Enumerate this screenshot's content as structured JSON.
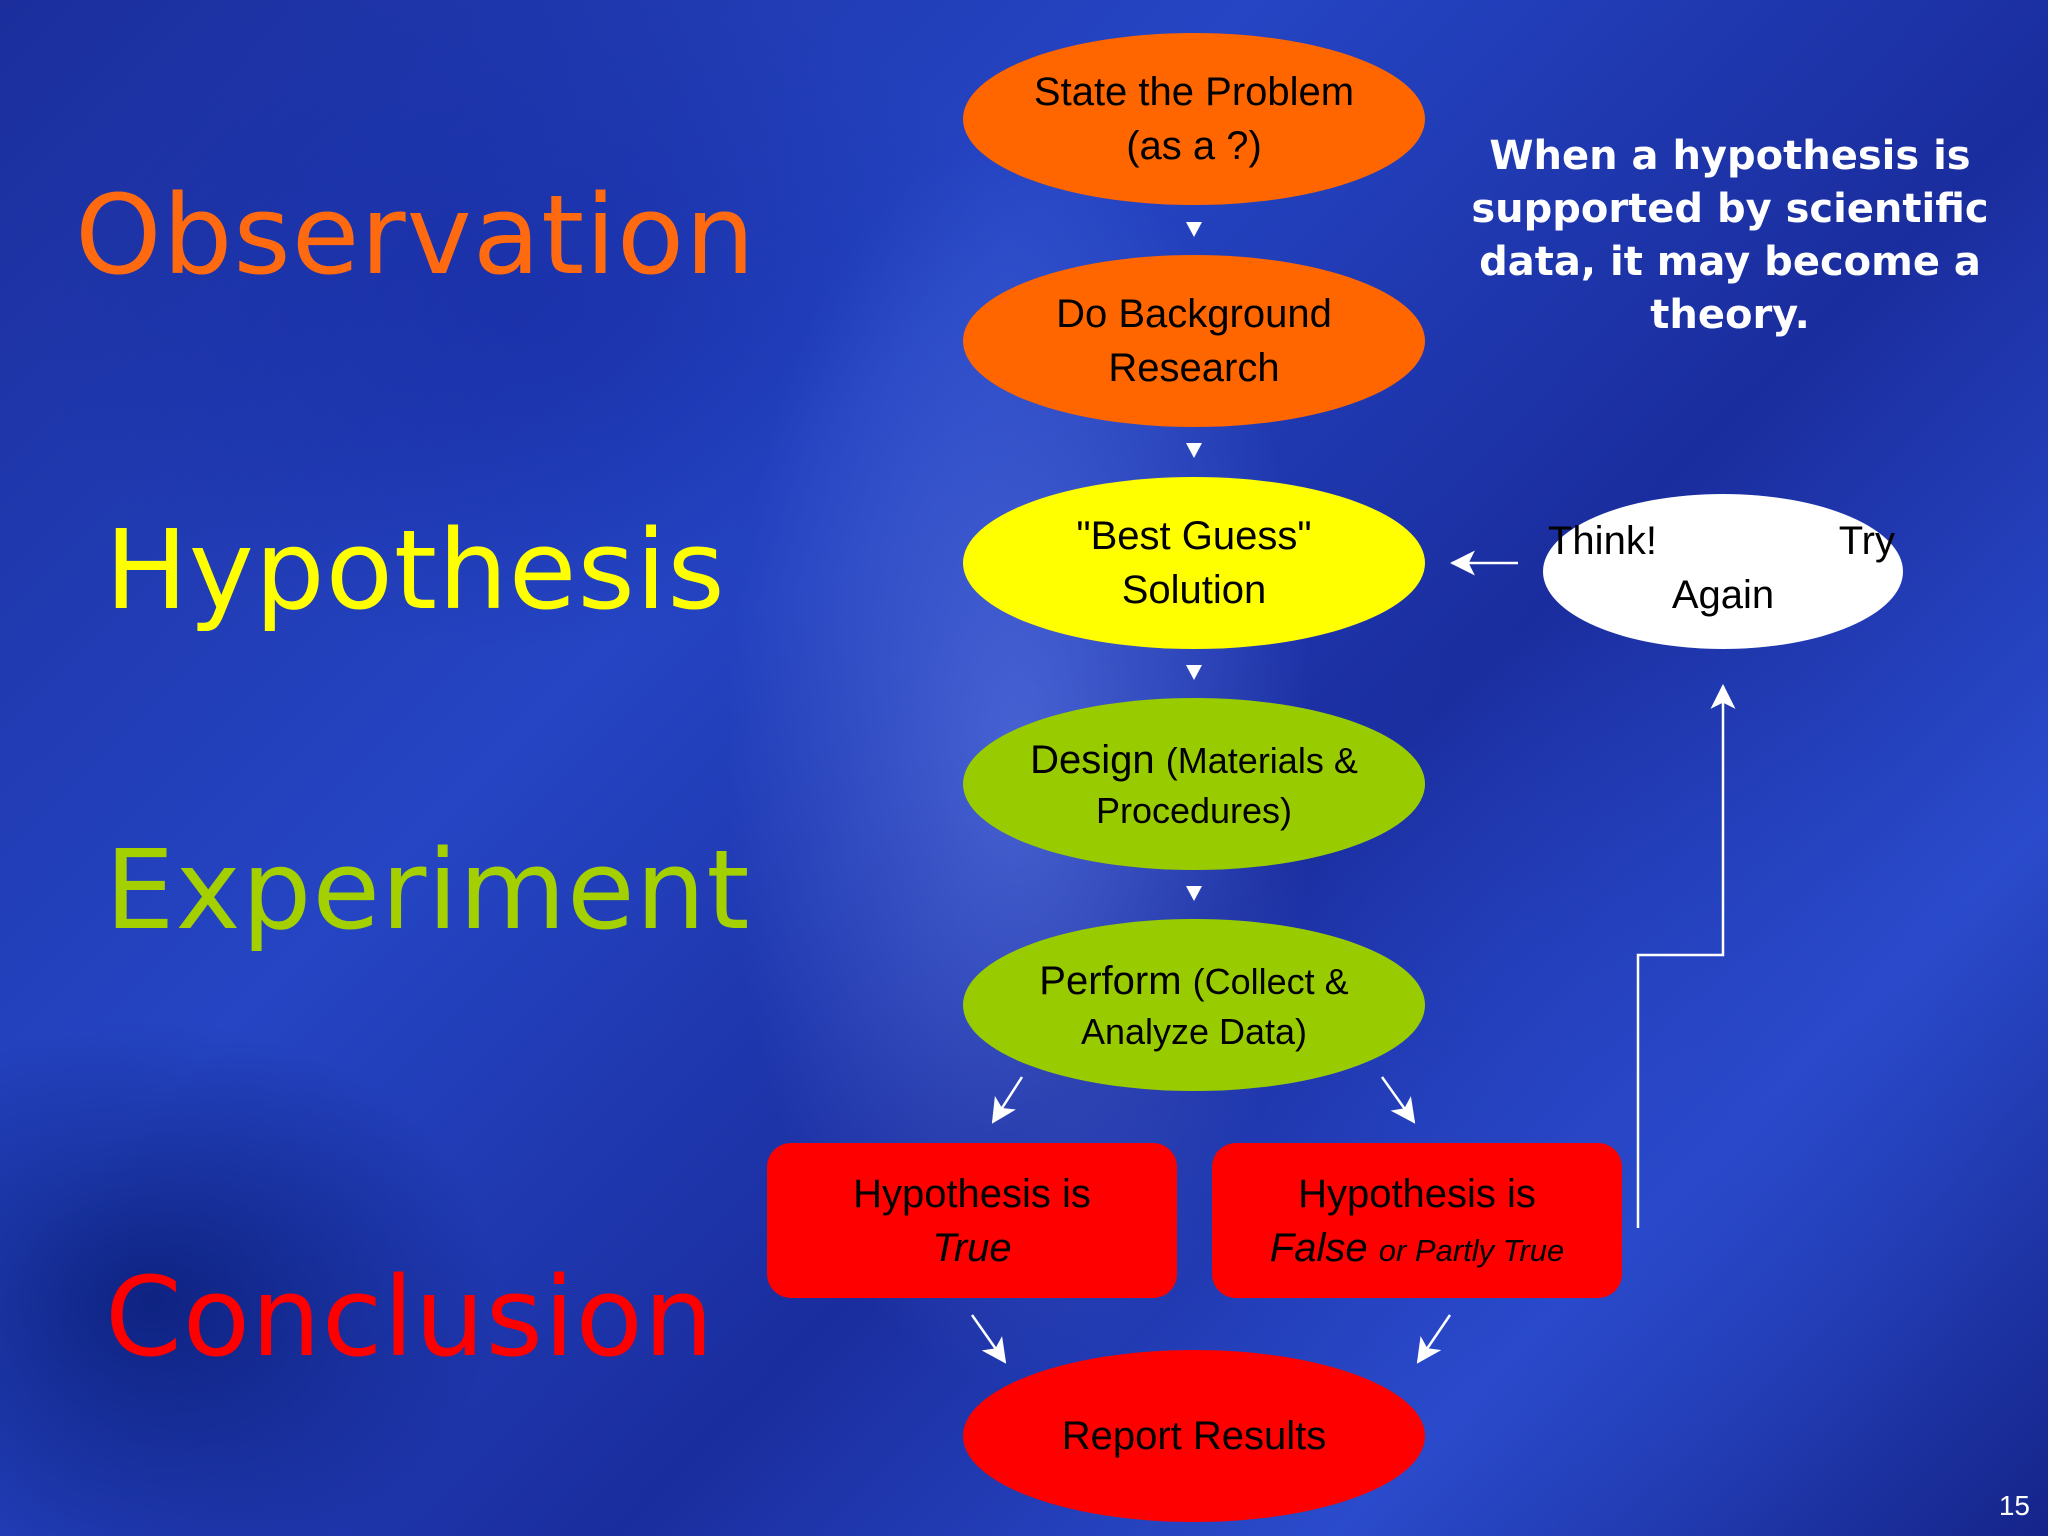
{
  "stages": {
    "observation": "Observation",
    "hypothesis": "Hypothesis",
    "experiment": "Experiment",
    "conclusion": "Conclusion"
  },
  "flow": {
    "state_problem": [
      "State the Problem",
      "(as a ?)"
    ],
    "background": [
      "Do Background",
      "Research"
    ],
    "best_guess": [
      "\"Best Guess\"",
      "Solution"
    ],
    "design": {
      "main": "Design",
      "detail": "(Materials &",
      "detail2": "Procedures)"
    },
    "perform": {
      "main": "Perform",
      "detail": "(Collect &",
      "detail2": "Analyze Data)"
    },
    "true_box": {
      "line1": "Hypothesis is",
      "line2": "True"
    },
    "false_box": {
      "line1": "Hypothesis is",
      "line2a": "False",
      "line2b": "or Partly True"
    },
    "report": "Report Results",
    "retry": {
      "think": "Think!",
      "try": "Try",
      "again": "Again"
    }
  },
  "note": "When a hypothesis is supported by scientific data, it may become a theory.",
  "page_number": "15",
  "colors": {
    "orange": "#ff6600",
    "yellow": "#ffff00",
    "green": "#99cc00",
    "red": "#ff0000",
    "white": "#ffffff"
  }
}
